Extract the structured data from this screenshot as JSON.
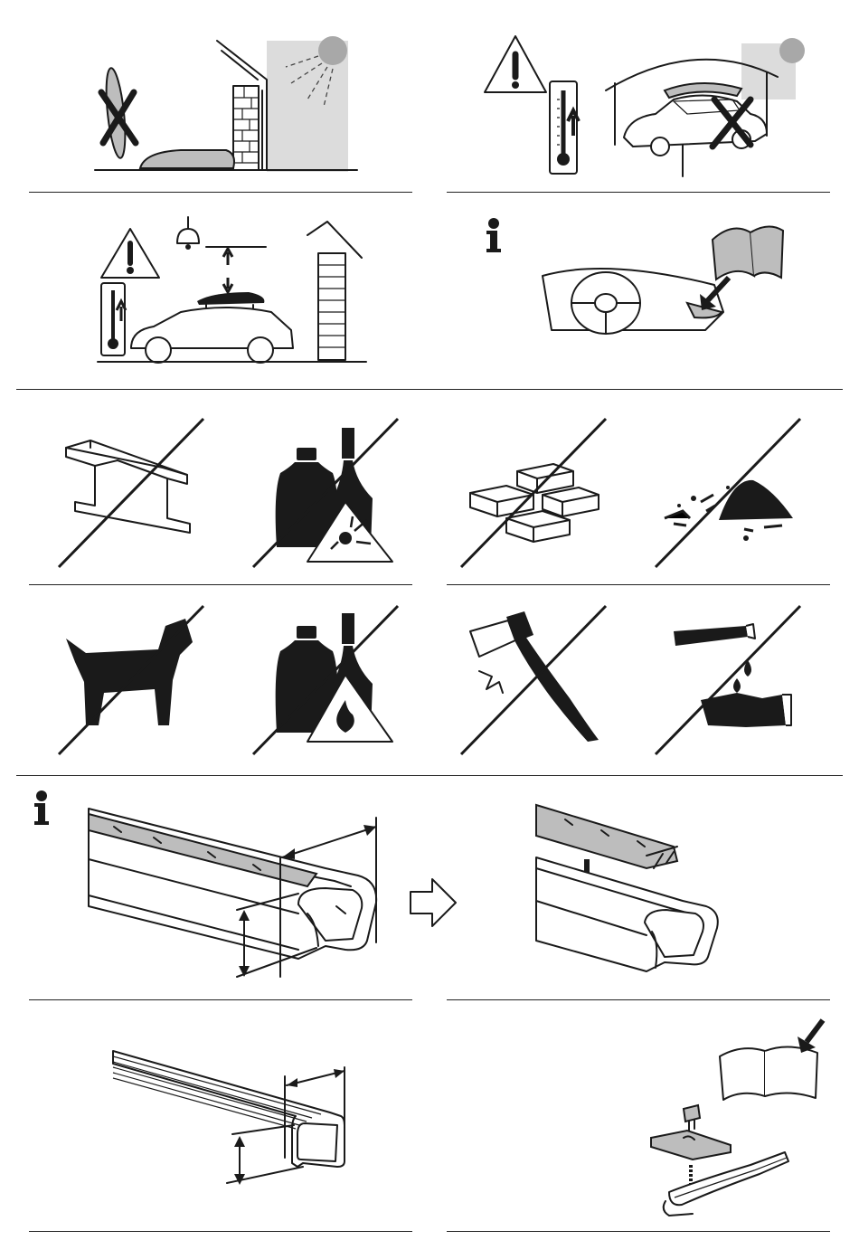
{
  "document": {
    "kind": "pictogram instruction sheet",
    "colors": {
      "ink": "#1a1a1a",
      "shade": "#bdbdbd",
      "light": "#dcdcdc",
      "paper": "#ffffff"
    }
  },
  "icons": {
    "info": "information-icon",
    "warning": "warning-triangle-icon",
    "thermometer": "thermometer-icon",
    "forbidden": "prohibition-slash",
    "arrow": "arrow-icon",
    "manual": "open-manual-icon"
  },
  "panels": [
    {
      "id": "storage-sun",
      "icons": [
        "sun-icon",
        "x-mark-icon",
        "house-wall-icon",
        "roof-box-icon"
      ]
    },
    {
      "id": "carport-heat",
      "icons": [
        "warning-triangle-icon",
        "thermometer-icon",
        "car-icon",
        "x-mark-icon",
        "sun-icon"
      ]
    },
    {
      "id": "garage-height",
      "icons": [
        "warning-triangle-icon",
        "thermometer-icon",
        "ceiling-lamp-icon",
        "car-with-roof-box-icon"
      ]
    },
    {
      "id": "vehicle-manual",
      "icons": [
        "information-icon",
        "dashboard-icon",
        "open-manual-icon"
      ]
    },
    {
      "id": "forbidden-loads",
      "icons": [
        "steel-beam-icon",
        "explosive-icon",
        "bricks-icon",
        "gravel-icon",
        "dog-icon",
        "flammable-icon",
        "axe-icon",
        "corrosive-icon"
      ]
    },
    {
      "id": "bar-profile",
      "icons": [
        "information-icon",
        "aero-bar-icon",
        "arrow-right-icon",
        "rubber-strip-icon"
      ]
    },
    {
      "id": "square-bar",
      "icons": [
        "square-bar-icon"
      ]
    },
    {
      "id": "tbolt-adapter",
      "icons": [
        "open-manual-icon",
        "t-bolt-icon",
        "adapter-plate-icon"
      ]
    }
  ]
}
